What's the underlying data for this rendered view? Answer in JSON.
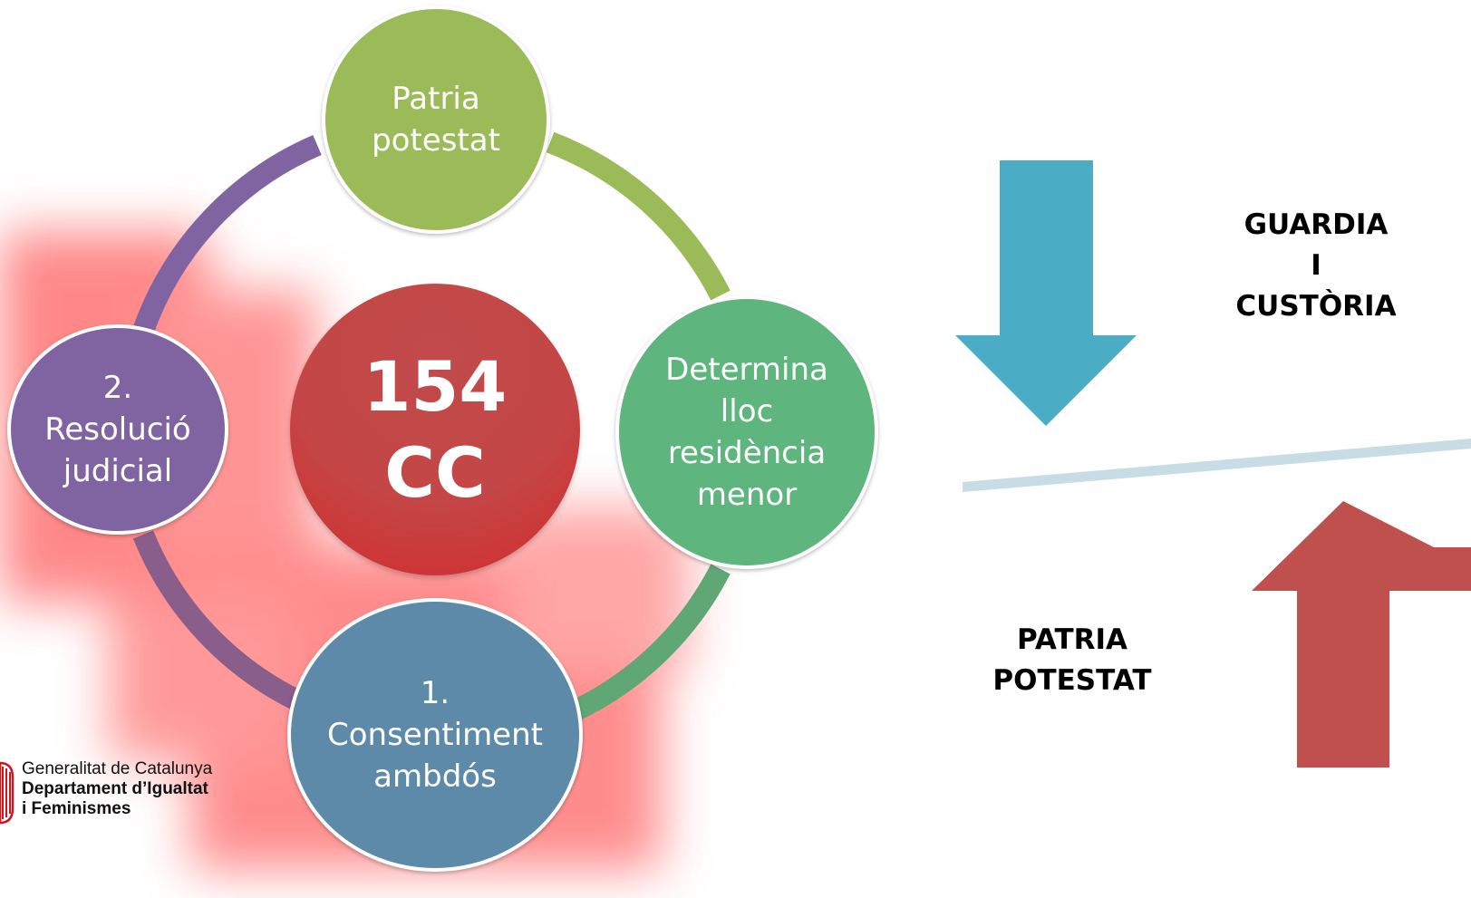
{
  "diagram": {
    "center": {
      "label": "154\nCC",
      "color": "#c0504d"
    },
    "nodes": [
      {
        "id": "top",
        "label": "Patria\npotestat",
        "color": "#9bbb59"
      },
      {
        "id": "right",
        "label": "Determina\nlloc\nresidència\nmenor",
        "color": "#5fb57e"
      },
      {
        "id": "bottom",
        "label": "1.\nConsentiment\nambdós",
        "color": "#5e8aaa"
      },
      {
        "id": "left",
        "label": "2.\nResolució\njudicial",
        "color": "#8064a2"
      }
    ]
  },
  "labels": {
    "guardia": "GUARDIA\nI\nCUSTÒRIA",
    "patria": "PATRIA\nPOTESTAT"
  },
  "arrows": {
    "down_color": "#4bacc6",
    "up_color": "#c0504d",
    "line_color": "#c8dce6"
  },
  "logo": {
    "line1": "Generalitat de Catalunya",
    "line2": "Departament d’Igualtat",
    "line3": "i Feminismes",
    "color": "#d4131a"
  }
}
